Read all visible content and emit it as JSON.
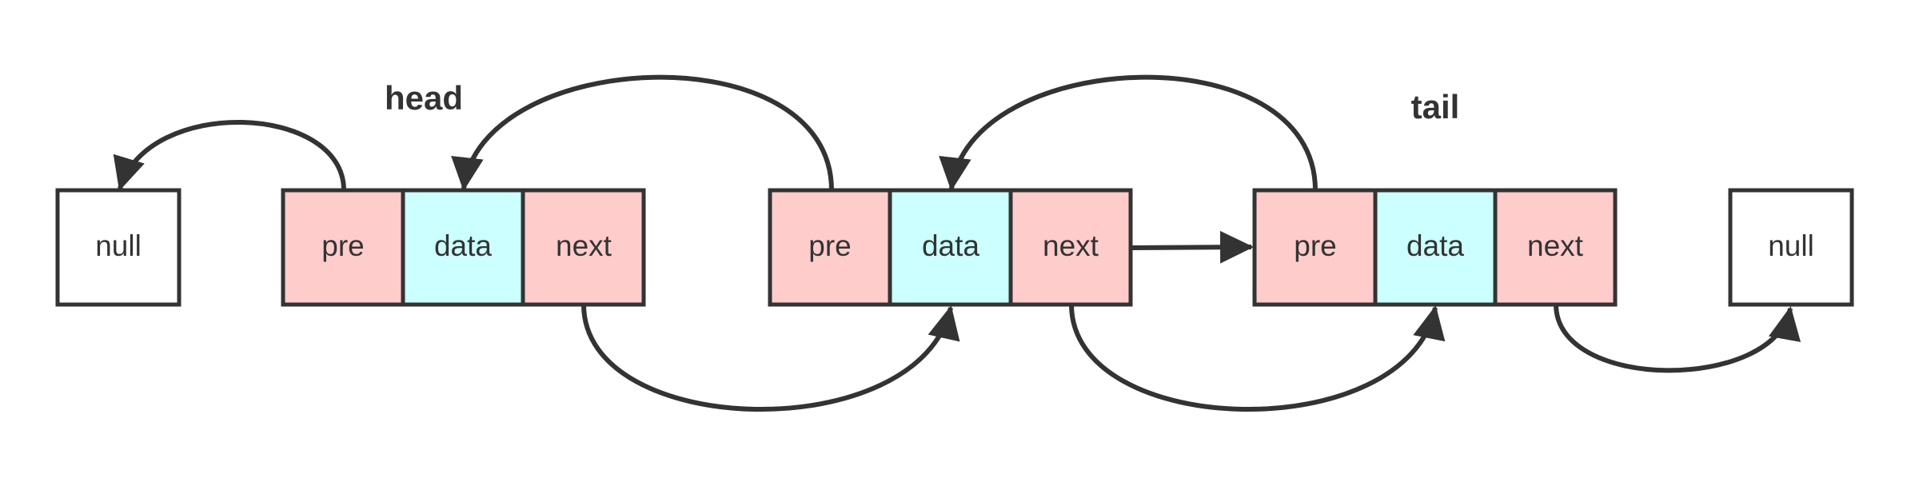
{
  "colors": {
    "pointer_fill": "#ffcccc",
    "data_fill": "#ccffff",
    "null_fill": "#ffffff",
    "stroke": "#333333"
  },
  "labels": {
    "head": "head",
    "tail": "tail"
  },
  "null_left": "null",
  "null_right": "null",
  "nodes": [
    {
      "pre": "pre",
      "data": "data",
      "next": "next"
    },
    {
      "pre": "pre",
      "data": "data",
      "next": "next"
    },
    {
      "pre": "pre",
      "data": "data",
      "next": "next"
    }
  ]
}
